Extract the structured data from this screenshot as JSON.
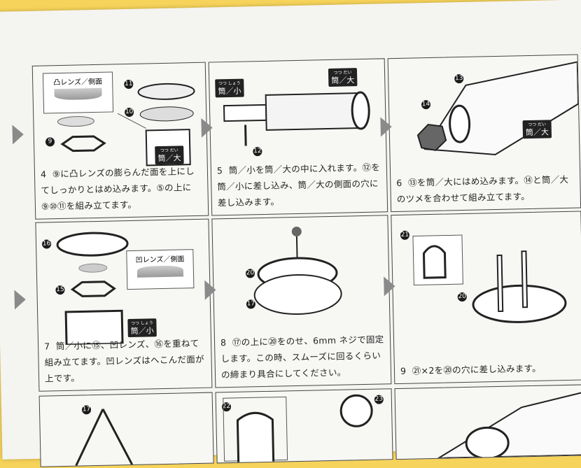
{
  "steps": [
    {
      "num": "4",
      "text": "⑨に凸レンズの膨らんだ面を上にしてしっかりとはめ込みます。⑤の上に⑨⑩⑪を組み立てます。"
    },
    {
      "num": "5",
      "text": "筒／小を筒／大の中に入れます。⑫を筒／小に差し込み、筒／大の側面の穴に差し込みます。"
    },
    {
      "num": "6",
      "text": "⑬を筒／大にはめ込みます。⑭と筒／大のツメを合わせて組み立てます。"
    },
    {
      "num": "7",
      "text": "筒／小に⑮、凹レンズ、⑯を重ねて組み立てます。凹レンズはへこんだ面が上です。"
    },
    {
      "num": "8",
      "text": "⑰の上に⑳をのせ、6mm ネジで固定します。この時、スムーズに回るくらいの締まり具合にしてください。"
    },
    {
      "num": "9",
      "text": "㉑×2を⑳の穴に差し込みます。"
    }
  ],
  "labels": {
    "convex_lens": "凸レンズ／側面",
    "concave_lens": "凹レンズ／側面",
    "tube_small": "筒／小",
    "tube_large": "筒／大",
    "tube_small_ruby": "つつ しょう",
    "tube_large_ruby": "つつ だい"
  },
  "part_numbers": {
    "p9": "9",
    "p10": "10",
    "p11": "11",
    "p12": "12",
    "p13": "13",
    "p14": "14",
    "p15": "15",
    "p16": "16",
    "p17": "17",
    "p20": "20",
    "p21": "21",
    "p22": "22",
    "p23": "23"
  }
}
